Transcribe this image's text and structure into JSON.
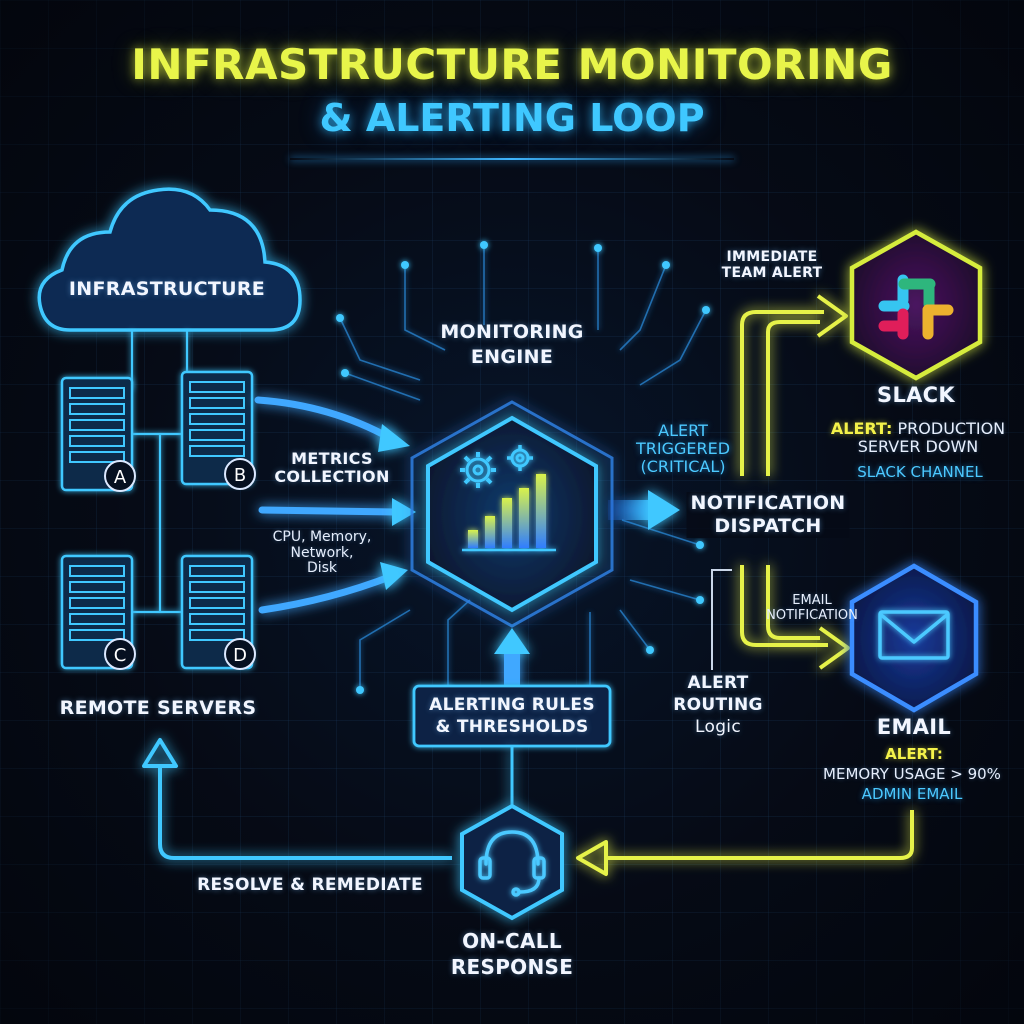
{
  "title": {
    "line1": "INFRASTRUCTURE MONITORING",
    "line2": "& ALERTING LOOP"
  },
  "nodes": {
    "infrastructure": "INFRASTRUCTURE",
    "server_a": "A",
    "server_b": "B",
    "server_c": "C",
    "server_d": "D",
    "remote_servers": "REMOTE SERVERS",
    "metrics_line1": "METRICS",
    "metrics_line2": "COLLECTION",
    "metrics_detail_line1": "CPU, Memory,",
    "metrics_detail_line2": "Network,",
    "metrics_detail_line3": "Disk",
    "engine_line1": "MONITORING",
    "engine_line2": "ENGINE",
    "rules_line1": "ALERTING RULES",
    "rules_line2": "& THRESHOLDS",
    "alert_triggered_line1": "ALERT",
    "alert_triggered_line2": "TRIGGERED",
    "alert_triggered_line3": "(CRITICAL)",
    "dispatch_line1": "NOTIFICATION",
    "dispatch_line2": "DISPATCH",
    "routing_line1": "ALERT",
    "routing_line2": "ROUTING",
    "routing_line3": "Logic",
    "immediate_line1": "IMMEDIATE",
    "immediate_line2": "TEAM ALERT",
    "email_notif_line1": "EMAIL",
    "email_notif_line2": "NOTIFICATION",
    "slack": "SLACK",
    "slack_alert_prefix": "ALERT:",
    "slack_alert_text1": " PRODUCTION",
    "slack_alert_text2": "SERVER DOWN",
    "slack_channel": "SLACK CHANNEL",
    "email": "EMAIL",
    "email_alert_prefix": "ALERT:",
    "email_alert_text": "MEMORY USAGE > 90%",
    "email_admin": "ADMIN EMAIL",
    "resolve": "RESOLVE & REMEDIATE",
    "oncall_line1": "ON-CALL",
    "oncall_line2": "RESPONSE"
  },
  "icons": {
    "cloud": "cloud-icon",
    "server": "server-rack-icon",
    "gears": "gear-icon",
    "bars": "bar-chart-icon",
    "slack": "slack-logo",
    "email": "envelope-icon",
    "headset": "headset-icon"
  },
  "colors": {
    "background": "#060b16",
    "cyan": "#3fc8ff",
    "blue": "#2f8cff",
    "yellow": "#f4f24a",
    "title_yellow": "#e8f54a",
    "slack_hex": "#c8e840",
    "email_hex": "#2f7dff"
  }
}
